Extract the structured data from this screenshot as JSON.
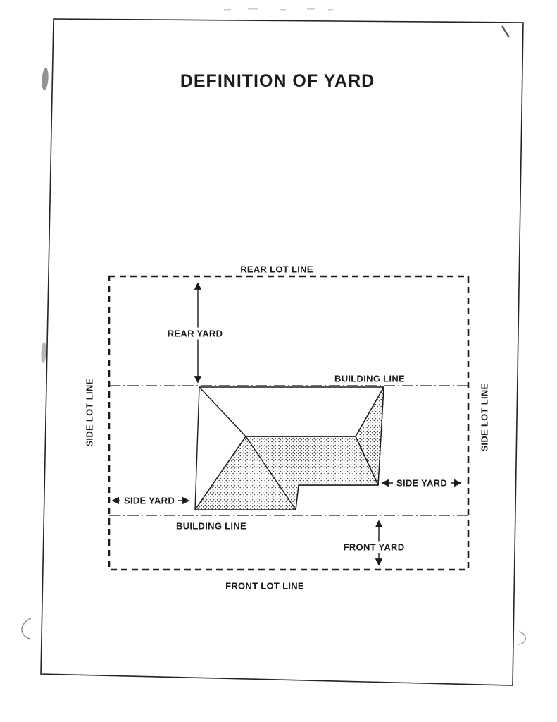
{
  "page": {
    "title": "DEFINITION OF YARD"
  },
  "diagram": {
    "rear_lot_line": "REAR LOT LINE",
    "front_lot_line": "FRONT LOT LINE",
    "side_lot_line_left": "SIDE LOT LINE",
    "side_lot_line_right": "SIDE LOT LINE",
    "building_line_upper": "BUILDING LINE",
    "building_line_lower": "BUILDING LINE",
    "rear_yard": "REAR YARD",
    "front_yard": "FRONT YARD",
    "side_yard_left": "SIDE YARD",
    "side_yard_right": "SIDE YARD"
  },
  "colors": {
    "ink": "#1b1b1b",
    "paper": "#ffffff"
  }
}
